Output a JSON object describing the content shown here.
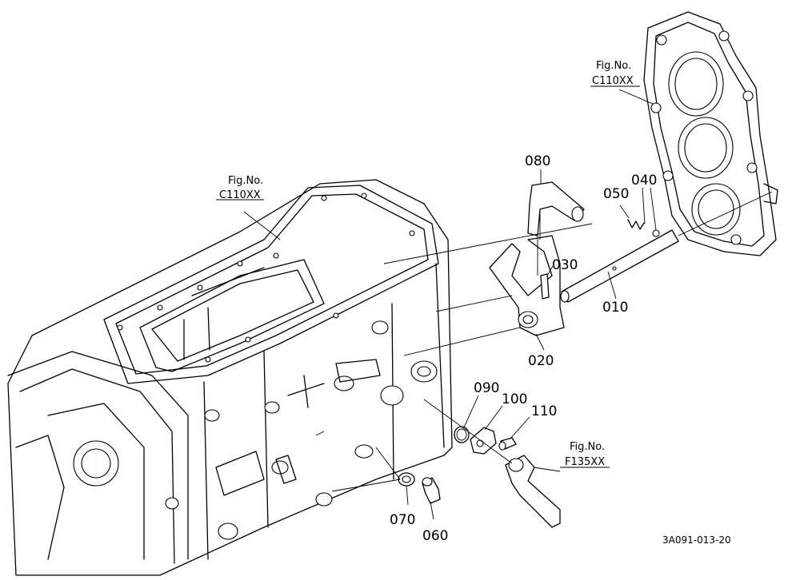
{
  "figure_refs": [
    {
      "title": "Fig.No.",
      "code": "C110XX"
    },
    {
      "title": "Fig.No.",
      "code": "C110XX"
    },
    {
      "title": "Fig.No.",
      "code": "F135XX"
    }
  ],
  "part_labels": {
    "p010": "010",
    "p020": "020",
    "p030": "030",
    "p040": "040",
    "p050": "050",
    "p060": "060",
    "p070": "070",
    "p080": "080",
    "p090": "090",
    "p100": "100",
    "p110": "110"
  },
  "drawing_id": "3A091-013-20"
}
